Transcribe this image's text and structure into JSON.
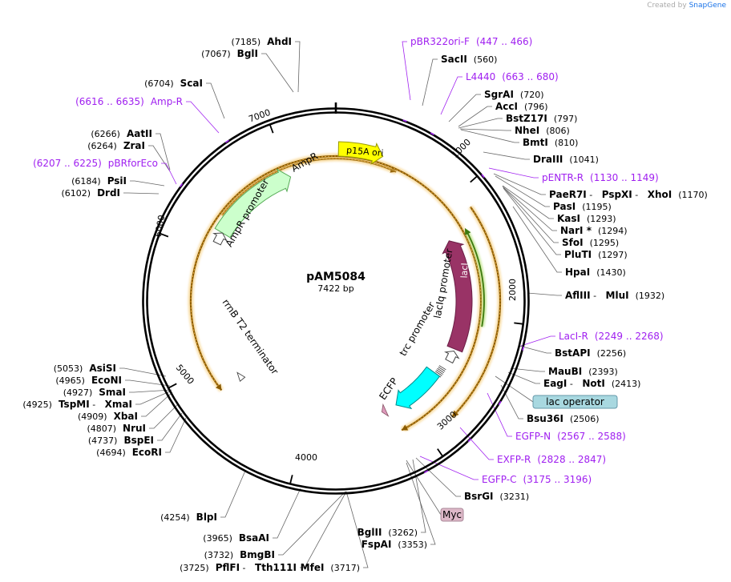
{
  "credit": {
    "prefix": "Created by",
    "brand": "SnapGene"
  },
  "plasmid": {
    "name": "pAM5084",
    "size_label": "7422 bp",
    "length": 7422
  },
  "ticks": [
    {
      "bp": 1000,
      "label": "1000"
    },
    {
      "bp": 2000,
      "label": "2000"
    },
    {
      "bp": 3000,
      "label": "3000"
    },
    {
      "bp": 4000,
      "label": "4000"
    },
    {
      "bp": 5000,
      "label": "5000"
    },
    {
      "bp": 6000,
      "label": "6000"
    },
    {
      "bp": 7000,
      "label": "7000"
    }
  ],
  "features": [
    {
      "name": "p15A ori",
      "color": "#ffff00",
      "stroke": "#999900",
      "text_color": "#000000"
    },
    {
      "name": "AmpR",
      "color": "#ccffcc",
      "stroke": "#55aa55",
      "text_color": "#000000"
    },
    {
      "name": "AmpR promoter",
      "color": "#ffffff",
      "stroke": "#444444",
      "text_color": "#000000"
    },
    {
      "name": "lacI",
      "color": "#993366",
      "stroke": "#6b1f45",
      "text_color": "#ffffff"
    },
    {
      "name": "lacIq promoter",
      "color": "#ffffff",
      "stroke": "#444444",
      "text_color": "#000000"
    },
    {
      "name": "trc promoter",
      "color": "#ffffff",
      "stroke": "#444444",
      "text_color": "#000000"
    },
    {
      "name": "ECFP",
      "color": "#00ffff",
      "stroke": "#008c8c",
      "text_color": "#000000"
    },
    {
      "name": "rrnB T2 terminator",
      "color": "#ffffff",
      "stroke": "#444444",
      "text_color": "#000000"
    }
  ],
  "site_labels": [
    {
      "id": "ahdi",
      "parts": [
        [
          "pos",
          "(7185)"
        ],
        [
          "name",
          "AhdI"
        ]
      ]
    },
    {
      "id": "bgli",
      "parts": [
        [
          "pos",
          "(7067)"
        ],
        [
          "name",
          "BglI"
        ]
      ]
    },
    {
      "id": "scai",
      "parts": [
        [
          "pos",
          "(6704)"
        ],
        [
          "name",
          "ScaI"
        ]
      ]
    },
    {
      "id": "amp-r",
      "parts": [
        [
          "primer",
          "(6616 .. 6635)"
        ],
        [
          "primer",
          "Amp-R"
        ]
      ]
    },
    {
      "id": "aatii",
      "parts": [
        [
          "pos",
          "(6266)"
        ],
        [
          "name",
          "AatII"
        ]
      ]
    },
    {
      "id": "zrai",
      "parts": [
        [
          "pos",
          "(6264)"
        ],
        [
          "name",
          "ZraI"
        ]
      ]
    },
    {
      "id": "pbrforeco",
      "parts": [
        [
          "primer",
          "(6207 .. 6225)"
        ],
        [
          "primer",
          "pBRforEco"
        ]
      ]
    },
    {
      "id": "psii",
      "parts": [
        [
          "pos",
          "(6184)"
        ],
        [
          "name",
          "PsiI"
        ]
      ]
    },
    {
      "id": "drdi",
      "parts": [
        [
          "pos",
          "(6102)"
        ],
        [
          "name",
          "DrdI"
        ]
      ]
    },
    {
      "id": "pbr322ori-f",
      "parts": [
        [
          "primer",
          "pBR322ori-F"
        ],
        [
          "primer",
          "(447 .. 466)"
        ]
      ]
    },
    {
      "id": "sacii",
      "parts": [
        [
          "name",
          "SacII"
        ],
        [
          "pos",
          "(560)"
        ]
      ]
    },
    {
      "id": "l4440",
      "parts": [
        [
          "primer",
          "L4440"
        ],
        [
          "primer",
          "(663 .. 680)"
        ]
      ]
    },
    {
      "id": "sgrai",
      "parts": [
        [
          "name",
          "SgrAI"
        ],
        [
          "pos",
          "(720)"
        ]
      ]
    },
    {
      "id": "acci",
      "parts": [
        [
          "name",
          "AccI"
        ],
        [
          "pos",
          "(796)"
        ]
      ]
    },
    {
      "id": "bstz17i",
      "parts": [
        [
          "name",
          "BstZ17I"
        ],
        [
          "pos",
          "(797)"
        ]
      ]
    },
    {
      "id": "nhei",
      "parts": [
        [
          "name",
          "NheI"
        ],
        [
          "pos",
          "(806)"
        ]
      ]
    },
    {
      "id": "bmti",
      "parts": [
        [
          "name",
          "BmtI"
        ],
        [
          "pos",
          "(810)"
        ]
      ]
    },
    {
      "id": "draiii",
      "parts": [
        [
          "name",
          "DraIII"
        ],
        [
          "pos",
          "(1041)"
        ]
      ]
    },
    {
      "id": "pentr-r",
      "parts": [
        [
          "primer",
          "pENTR-R"
        ],
        [
          "primer",
          "(1130 .. 1149)"
        ]
      ]
    },
    {
      "id": "paer7i",
      "parts": [
        [
          "name",
          "PaeR7I"
        ],
        [
          "pos",
          " - "
        ],
        [
          "name",
          "PspXI"
        ],
        [
          "pos",
          " - "
        ],
        [
          "name",
          "XhoI"
        ],
        [
          "pos",
          "(1170)"
        ]
      ]
    },
    {
      "id": "pasi",
      "parts": [
        [
          "name",
          "PasI"
        ],
        [
          "pos",
          "(1195)"
        ]
      ]
    },
    {
      "id": "kasi",
      "parts": [
        [
          "name",
          "KasI"
        ],
        [
          "pos",
          "(1293)"
        ]
      ]
    },
    {
      "id": "nari",
      "parts": [
        [
          "name",
          "NarI *"
        ],
        [
          "pos",
          "(1294)"
        ]
      ]
    },
    {
      "id": "sfoi",
      "parts": [
        [
          "name",
          "SfoI"
        ],
        [
          "pos",
          "(1295)"
        ]
      ]
    },
    {
      "id": "pluti",
      "parts": [
        [
          "name",
          "PluTI"
        ],
        [
          "pos",
          "(1297)"
        ]
      ]
    },
    {
      "id": "hpai",
      "parts": [
        [
          "name",
          "HpaI"
        ],
        [
          "pos",
          "(1430)"
        ]
      ]
    },
    {
      "id": "afliii",
      "parts": [
        [
          "name",
          "AflIII"
        ],
        [
          "pos",
          " - "
        ],
        [
          "name",
          "MluI"
        ],
        [
          "pos",
          "(1932)"
        ]
      ]
    },
    {
      "id": "laci-r",
      "parts": [
        [
          "primer",
          "LacI-R"
        ],
        [
          "primer",
          "(2249 .. 2268)"
        ]
      ]
    },
    {
      "id": "bstapi",
      "parts": [
        [
          "name",
          "BstAPI"
        ],
        [
          "pos",
          "(2256)"
        ]
      ]
    },
    {
      "id": "maubi",
      "parts": [
        [
          "name",
          "MauBI"
        ],
        [
          "pos",
          "(2393)"
        ]
      ]
    },
    {
      "id": "eagi",
      "parts": [
        [
          "name",
          "EagI"
        ],
        [
          "pos",
          " - "
        ],
        [
          "name",
          "NotI"
        ],
        [
          "pos",
          "(2413)"
        ]
      ]
    },
    {
      "id": "bsu36i",
      "parts": [
        [
          "name",
          "Bsu36I"
        ],
        [
          "pos",
          "(2506)"
        ]
      ]
    },
    {
      "id": "egfp-n",
      "parts": [
        [
          "primer",
          "EGFP-N"
        ],
        [
          "primer",
          "(2567 .. 2588)"
        ]
      ]
    },
    {
      "id": "exfp-r",
      "parts": [
        [
          "primer",
          "EXFP-R"
        ],
        [
          "primer",
          "(2828 .. 2847)"
        ]
      ]
    },
    {
      "id": "egfp-c",
      "parts": [
        [
          "primer",
          "EGFP-C"
        ],
        [
          "primer",
          "(3175 .. 3196)"
        ]
      ]
    },
    {
      "id": "bsrgi",
      "parts": [
        [
          "name",
          "BsrGI"
        ],
        [
          "pos",
          "(3231)"
        ]
      ]
    },
    {
      "id": "bglii",
      "parts": [
        [
          "name",
          "BglII"
        ],
        [
          "pos",
          "(3262)"
        ]
      ]
    },
    {
      "id": "fspai",
      "parts": [
        [
          "name",
          "FspAI"
        ],
        [
          "pos",
          "(3353)"
        ]
      ]
    },
    {
      "id": "mfei",
      "parts": [
        [
          "name",
          "MfeI"
        ],
        [
          "pos",
          "(3717)"
        ]
      ]
    },
    {
      "id": "pflfi",
      "parts": [
        [
          "pos",
          "(3725)"
        ],
        [
          "name",
          "PflFI"
        ],
        [
          "pos",
          " - "
        ],
        [
          "name",
          "Tth111I"
        ]
      ]
    },
    {
      "id": "bmgbi",
      "parts": [
        [
          "pos",
          "(3732)"
        ],
        [
          "name",
          "BmgBI"
        ]
      ]
    },
    {
      "id": "bsaai",
      "parts": [
        [
          "pos",
          "(3965)"
        ],
        [
          "name",
          "BsaAI"
        ]
      ]
    },
    {
      "id": "blpi",
      "parts": [
        [
          "pos",
          "(4254)"
        ],
        [
          "name",
          "BlpI"
        ]
      ]
    },
    {
      "id": "ecori",
      "parts": [
        [
          "pos",
          "(4694)"
        ],
        [
          "name",
          "EcoRI"
        ]
      ]
    },
    {
      "id": "bspei",
      "parts": [
        [
          "pos",
          "(4737)"
        ],
        [
          "name",
          "BspEI"
        ]
      ]
    },
    {
      "id": "nrui",
      "parts": [
        [
          "pos",
          "(4807)"
        ],
        [
          "name",
          "NruI"
        ]
      ]
    },
    {
      "id": "xbai",
      "parts": [
        [
          "pos",
          "(4909)"
        ],
        [
          "name",
          "XbaI"
        ]
      ]
    },
    {
      "id": "tspmi",
      "parts": [
        [
          "pos",
          "(4925)"
        ],
        [
          "name",
          "TspMI"
        ],
        [
          "pos",
          " - "
        ],
        [
          "name",
          "XmaI"
        ]
      ]
    },
    {
      "id": "smai",
      "parts": [
        [
          "pos",
          "(4927)"
        ],
        [
          "name",
          "SmaI"
        ]
      ]
    },
    {
      "id": "econi",
      "parts": [
        [
          "pos",
          "(4965)"
        ],
        [
          "name",
          "EcoNI"
        ]
      ]
    },
    {
      "id": "asisi",
      "parts": [
        [
          "pos",
          "(5053)"
        ],
        [
          "name",
          "AsiSI"
        ]
      ]
    }
  ],
  "boxed_labels": [
    {
      "id": "lac-operator",
      "text": "lac operator",
      "fill": "#a8d8e0",
      "stroke": "#6699aa"
    },
    {
      "id": "myc",
      "text": "Myc",
      "fill": "#ddb8c8",
      "stroke": "#aa8899"
    }
  ]
}
